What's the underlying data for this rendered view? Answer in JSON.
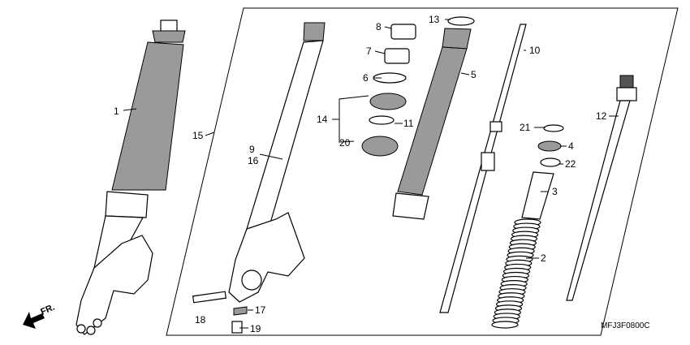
{
  "callouts": {
    "c1": "1",
    "c2": "2",
    "c3": "3",
    "c4": "4",
    "c5": "5",
    "c6": "6",
    "c7": "7",
    "c8": "8",
    "c9": "9",
    "c10": "10",
    "c11": "11",
    "c12": "12",
    "c13": "13",
    "c14": "14",
    "c15": "15",
    "c16": "16",
    "c17": "17",
    "c18": "18",
    "c19": "19",
    "c20": "20",
    "c21": "21",
    "c22": "22"
  },
  "direction": {
    "label": "FR."
  },
  "diagram_code": "MFJ3F0800C"
}
